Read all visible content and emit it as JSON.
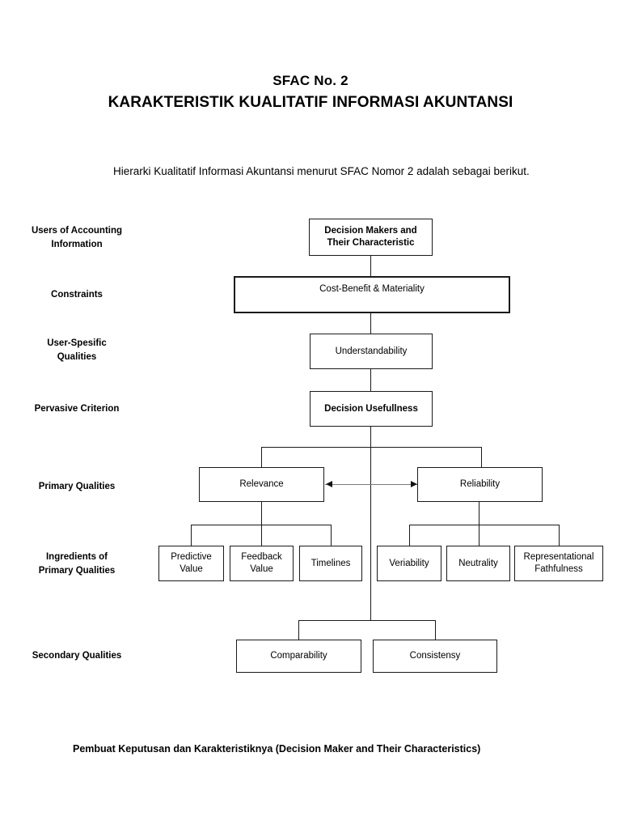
{
  "document": {
    "title_line1": "SFAC No. 2",
    "title_line2": "KARAKTERISTIK KUALITATIF INFORMASI AKUNTANSI",
    "intro_paragraph": "Hierarki Kualitatif Informasi Akuntansi menurut SFAC Nomor 2 adalah sebagai berikut.",
    "caption": "Pembuat Keputusan dan Karakteristiknya (Decision Maker and Their Characteristics)"
  },
  "diagram": {
    "row_labels": [
      {
        "id": "users-of-accounting-information",
        "text": "Users of Accounting\nInformation"
      },
      {
        "id": "constraints",
        "text": "Constraints"
      },
      {
        "id": "user-spesific-qualities",
        "text": "User-Spesific\nQualities"
      },
      {
        "id": "pervasive-criterion",
        "text": "Pervasive Criterion"
      },
      {
        "id": "primary-qualities",
        "text": "Primary Qualities"
      },
      {
        "id": "ingredients-of-primary-qualities",
        "text": "Ingredients of\nPrimary Qualities"
      },
      {
        "id": "secondary-qualities",
        "text": "Secondary Qualities"
      }
    ],
    "nodes": {
      "decision_makers": "Decision Makers and\nTheir Characteristic",
      "cost_benefit": "Cost-Benefit        &        Materiality",
      "understandability": "Understandability",
      "decision_usefullness": "Decision Usefullness",
      "relevance": "Relevance",
      "reliability": "Reliability",
      "predictive_value": "Predictive\nValue",
      "feedback_value": "Feedback\nValue",
      "timelines": "Timelines",
      "veriability": "Veriability",
      "neutrality": "Neutrality",
      "representational_fathfulness": "Representational\nFathfulness",
      "comparability": "Comparability",
      "consistensy": "Consistensy"
    },
    "colors": {
      "line": "#1a1a1a",
      "box_border": "#1a1a1a",
      "text": "#000000",
      "background": "#ffffff",
      "arrow_link": "#7a7a7a"
    }
  }
}
